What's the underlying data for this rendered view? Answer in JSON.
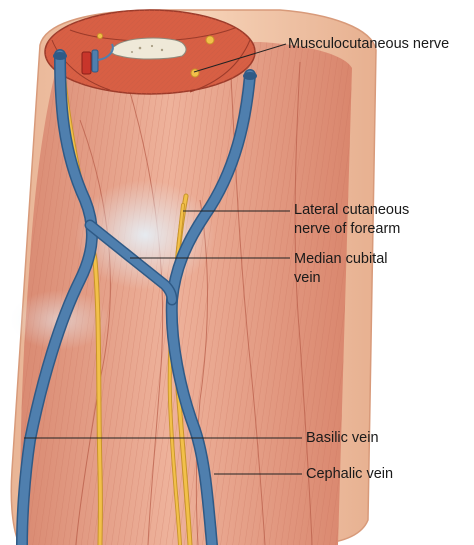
{
  "labels": {
    "musculocutaneous": "Musculocutaneous nerve",
    "lateral_cutaneous_line1": "Lateral cutaneous",
    "lateral_cutaneous_line2": "nerve of forearm",
    "median_cubital_line1": "Median cubital",
    "median_cubital_line2": "vein",
    "basilic": "Basilic vein",
    "cephalic": "Cephalic vein"
  },
  "colors": {
    "skin": "#f2c6a6",
    "skin_edge": "#d89a7a",
    "muscle": "#e8a48c",
    "muscle_dark": "#c9705a",
    "muscle_light": "#f3c2ac",
    "fascia": "#dbe6ee",
    "vein": "#4f7fae",
    "vein_edge": "#2f5a86",
    "nerve": "#f2c04a",
    "nerve_edge": "#c8942a",
    "bone": "#efe9d8",
    "artery": "#c8352b",
    "leader": "#222222"
  }
}
